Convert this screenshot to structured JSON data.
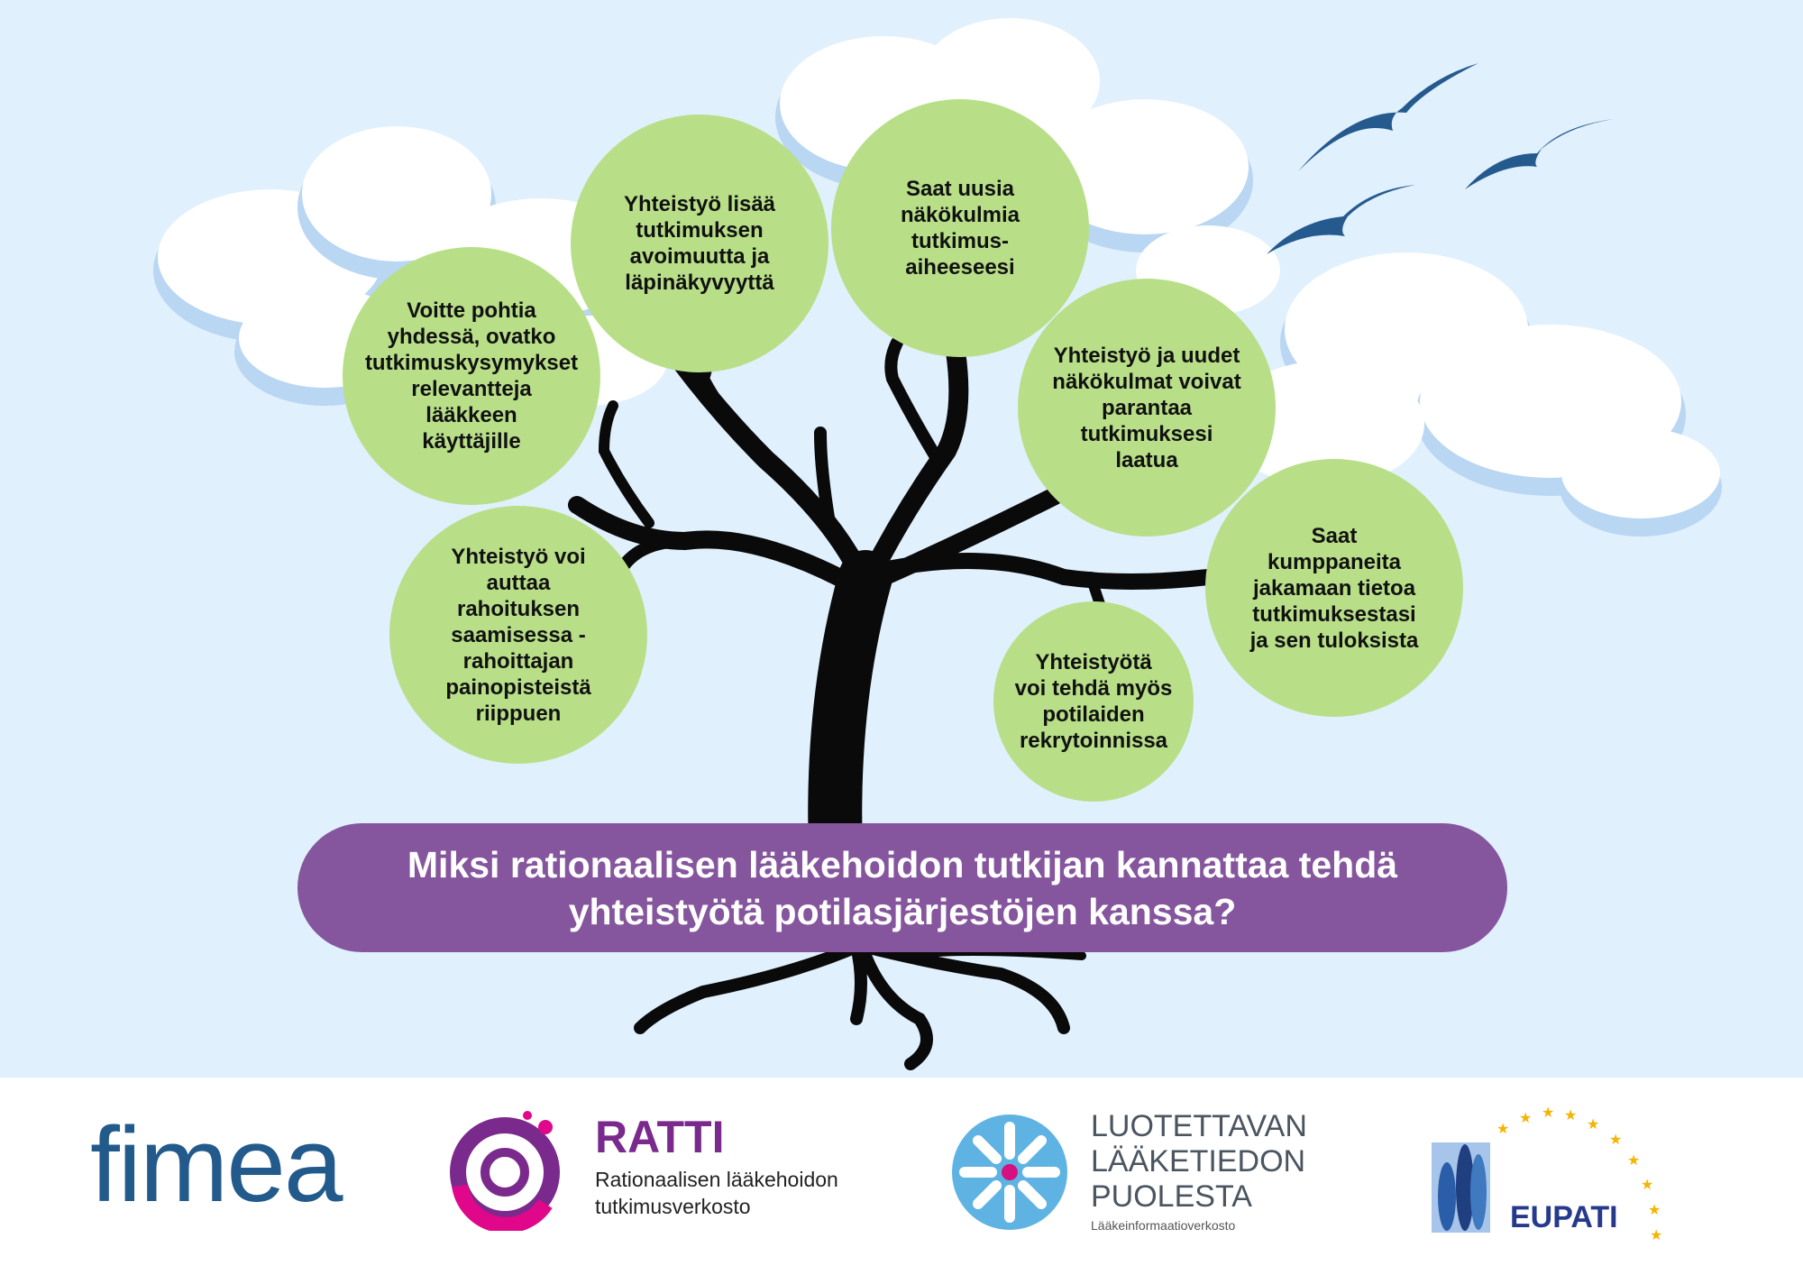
{
  "bubbles": [
    {
      "text": "Voitte pohtia\nyhdessä, ovatko\ntutkimuskysymykset\nrelevantteja\nlääkkeen\nkäyttäjille"
    },
    {
      "text": "Yhteistyö lisää\ntutkimuksen\navoimuutta ja\nläpinäkyvyyttä"
    },
    {
      "text": "Saat uusia\nnäkökulmia\ntutkimus-\naiheeseesi"
    },
    {
      "text": "Yhteistyö ja uudet\nnäkökulmat voivat\nparantaa\ntutkimuksesi\nlaatua"
    },
    {
      "text": "Saat\nkumppaneita\njakamaan tietoa\ntutkimuksestasi\nja sen tuloksista"
    },
    {
      "text": "Yhteistyötä\nvoi tehdä myös\npotilaiden\nrekrytoinnissa"
    },
    {
      "text": "Yhteistyö voi\nauttaa\nrahoituksen\nsaamisessa -\nrahoittajan\npainopisteistä\nriippuen"
    }
  ],
  "banner": {
    "title": "Miksi rationaalisen lääkehoidon tutkijan kannattaa tehdä\nyhteistyötä potilasjärjestöjen kanssa?"
  },
  "logos": {
    "fimea": "fimea",
    "ratti_name": "RATTI",
    "ratti_sub1": "Rationaalisen lääkehoidon",
    "ratti_sub2": "tutkimusverkosto",
    "luotettava_l1": "LUOTETTAVAN",
    "luotettava_l2": "LÄÄKETIEDON",
    "luotettava_l3": "PUOLESTA",
    "luotettava_sub": "Lääkeinformaatioverkosto",
    "eupati": "EUPATI"
  },
  "colors": {
    "sky": "#e0f0fd",
    "bubble": "#b8df88",
    "banner": "#85559d",
    "bird": "#255a8e"
  }
}
